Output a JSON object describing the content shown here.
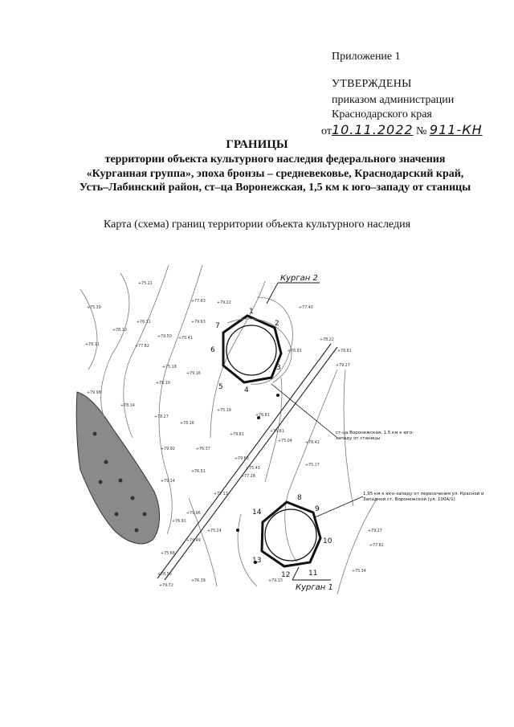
{
  "header": {
    "appendix": "Приложение 1",
    "approved": "УТВЕРЖДЕНЫ",
    "order_line1": "приказом администрации",
    "order_line2": "Краснодарского края",
    "date_prefix": "от",
    "date_value": "10.11.2022",
    "number_prefix": "№",
    "number_value": "911-КН"
  },
  "title": "ГРАНИЦЫ",
  "subtitle": "территории объекта культурного наследия федерального значения «Курганная группа», эпоха бронзы – средневековье, Краснодарский край, Усть–Лабинский район, ст–ца Воронежская, 1,5 км к юго–западу от станицы",
  "map_title": "Карта (схема) границ территории объекта культурного наследия",
  "map": {
    "mound_labels": [
      "Курган 2",
      "Курган 1"
    ],
    "mound2_points": [
      "1",
      "2",
      "3",
      "4",
      "5",
      "6",
      "7"
    ],
    "mound1_points": [
      "8",
      "9",
      "10",
      "11",
      "12",
      "13",
      "14"
    ],
    "annotation_1": "ст-ца Воронежская, 1,5 км к юго-западу от станицы",
    "annotation_2": "1,95 км к юго-западу от пересечения ул. Красной и Западной ст. Воронежской (ул. 100А/1)",
    "elevations": [
      "+75.21",
      "+75.39",
      "+77.63",
      "+79.22",
      "+77.40",
      "+76.11",
      "+79.63",
      "+78.10",
      "+78.11",
      "+79.50",
      "+75.41",
      "+77.82",
      "+78.22",
      "+76.91",
      "+78.61",
      "+79.27",
      "+75.18",
      "+79.16",
      "+78.10",
      "+79.98",
      "+78.14",
      "+75.19",
      "+76.81",
      "+78.27",
      "+78.16",
      "+75.61",
      "+79.81",
      "+75.04",
      "+76.42",
      "+79.92",
      "+76.37",
      "+79.63",
      "+75.17",
      "+76.51",
      "+75.43",
      "+77.28",
      "+79.14",
      "+77.13",
      "+79.96",
      "+76.91",
      "+75.24",
      "+79.27",
      "+79.49",
      "+77.82",
      "+75.68",
      "+78.56",
      "+79.72",
      "+76.39",
      "+79.13",
      "+75.34"
    ]
  }
}
